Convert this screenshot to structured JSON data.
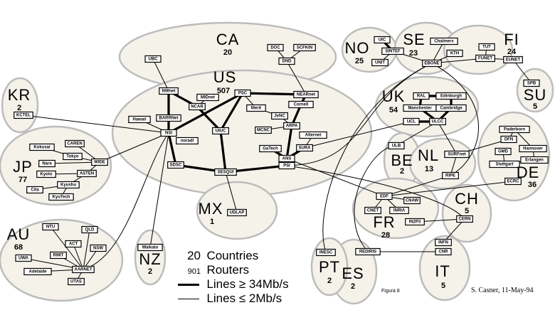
{
  "legend": {
    "countries_count": "20",
    "countries_label": "Countries",
    "routers_count": "901",
    "routers_label": "Routers",
    "thick_label": "Lines ≥ 34Mb/s",
    "thin_label": "Lines ≤ 2Mb/s"
  },
  "figure_label": "Figura 8",
  "signature": "S. Casner,  11-May-94",
  "countries": [
    {
      "code": "CA",
      "routers": "20"
    },
    {
      "code": "US",
      "routers": "507"
    },
    {
      "code": "KR",
      "routers": "2"
    },
    {
      "code": "JP",
      "routers": "77"
    },
    {
      "code": "AU",
      "routers": "68"
    },
    {
      "code": "NZ",
      "routers": "2"
    },
    {
      "code": "MX",
      "routers": "1"
    },
    {
      "code": "NO",
      "routers": "25"
    },
    {
      "code": "SE",
      "routers": "23"
    },
    {
      "code": "FI",
      "routers": "24"
    },
    {
      "code": "SU",
      "routers": "5"
    },
    {
      "code": "UK",
      "routers": "54"
    },
    {
      "code": "BE",
      "routers": "2"
    },
    {
      "code": "NL",
      "routers": "13"
    },
    {
      "code": "DE",
      "routers": "36"
    },
    {
      "code": "FR",
      "routers": "28"
    },
    {
      "code": "CH",
      "routers": "5"
    },
    {
      "code": "IT",
      "routers": "5"
    },
    {
      "code": "ES",
      "routers": "2"
    },
    {
      "code": "PT",
      "routers": "2"
    }
  ],
  "nodes": [
    "UBC",
    "DOC",
    "SCFKIN",
    "DND",
    "NWnet",
    "MIDnet",
    "NCAR",
    "PSC",
    "NEARnet",
    "Cornell",
    "Merit",
    "JvNC",
    "BARRNet",
    "Hawaii",
    "MCNC",
    "ARPA",
    "UIUC",
    "NSI",
    "noradl",
    "Alternet",
    "SURA",
    "GaTech",
    "ANS",
    "PSI",
    "SDSC",
    "SESQUI",
    "UDLAP",
    "KCTEL",
    "WIDE",
    "CAREN",
    "Kokusai",
    "Tokyo",
    "Nara",
    "ASTEN",
    "Kyoto",
    "Kyushu",
    "Cita",
    "KyuTech",
    "NTU",
    "QLD",
    "ACT",
    "NSW",
    "RMIT",
    "UWA",
    "AARNET",
    "Adelaide",
    "UTAS",
    "Waikato",
    "INESC",
    "UIC",
    "SINTEF",
    "UNIT",
    "Chalmers",
    "KTH",
    "EBONE",
    "TUT",
    "FUNET",
    "EUNET",
    "SPB",
    "RAL",
    "Edinburgh",
    "Manchester",
    "Cambridge",
    "UCL",
    "ULCC",
    "ULB",
    "SURFnet",
    "RIPE",
    "Paderborn",
    "DFN",
    "Hannover",
    "GMD",
    "Erlangen",
    "Stuttgart",
    "ECRC",
    "EDF",
    "CNAW",
    "CNET",
    "INRIA",
    "IN2P3",
    "CERN",
    "INFN",
    "CNR",
    "REDIRIS"
  ],
  "links": [
    [
      "NWnet",
      "BARRNet",
      "thick"
    ],
    [
      "BARRNet",
      "NSI",
      "thick"
    ],
    [
      "NSI",
      "SDSC",
      "thick"
    ],
    [
      "NSI",
      "PSC",
      "thick"
    ],
    [
      "NWnet",
      "NCAR",
      "thick"
    ],
    [
      "NCAR",
      "UIUC",
      "thick"
    ],
    [
      "PSC",
      "NEARnet",
      "thick"
    ],
    [
      "PSC",
      "UIUC",
      "thick"
    ],
    [
      "UIUC",
      "SESQUI",
      "thick"
    ],
    [
      "SDSC",
      "SESQUI",
      "thick"
    ],
    [
      "SESQUI",
      "PSI",
      "thick"
    ],
    [
      "NEARnet",
      "Cornell",
      "thick"
    ],
    [
      "Cornell",
      "ARPA",
      "thick"
    ],
    [
      "ARPA",
      "ANS",
      "thick"
    ],
    [
      "SURA",
      "ANS",
      "thick"
    ],
    [
      "GaTech",
      "ANS",
      "thick"
    ],
    [
      "UIC",
      "SINTEF",
      "thick"
    ],
    [
      "RAL",
      "Edinburgh",
      "thick"
    ],
    [
      "RAL",
      "Manchester",
      "thick"
    ],
    [
      "Edinburgh",
      "Cambridge",
      "thick"
    ],
    [
      "Manchester",
      "ULCC",
      "thick"
    ],
    [
      "Cambridge",
      "ULCC",
      "thick"
    ],
    [
      "UCL",
      "ULCC",
      "thick"
    ],
    [
      "UBC",
      "NWnet",
      "thin"
    ],
    [
      "DOC",
      "DND",
      "thin"
    ],
    [
      "SCFKIN",
      "DND",
      "thin"
    ],
    [
      "DND",
      "NEARnet",
      "thin"
    ],
    [
      "MIDnet",
      "NCAR",
      "thin"
    ],
    [
      "PSC",
      "Merit",
      "thin"
    ],
    [
      "Merit",
      "JvNC",
      "thin"
    ],
    [
      "JvNC",
      "ARPA",
      "thin"
    ],
    [
      "MCNC",
      "ARPA",
      "thin"
    ],
    [
      "Alternet",
      "SURA",
      "thin"
    ],
    [
      "Hawaii",
      "NSI",
      "thin"
    ],
    [
      "KCTEL",
      "NSI",
      "thin"
    ],
    [
      "WIDE",
      "NSI",
      "thin"
    ],
    [
      "CAREN",
      "WIDE",
      "thin"
    ],
    [
      "Kokusai",
      "Tokyo",
      "thin"
    ],
    [
      "Tokyo",
      "WIDE",
      "thin"
    ],
    [
      "Nara",
      "WIDE",
      "thin"
    ],
    [
      "ASTEN",
      "WIDE",
      "thin"
    ],
    [
      "Kyoto",
      "ASTEN",
      "thin"
    ],
    [
      "Kyushu",
      "ASTEN",
      "thin"
    ],
    [
      "Cita",
      "Kyushu",
      "thin"
    ],
    [
      "KyuTech",
      "Kyushu",
      "thin"
    ],
    [
      "NSI",
      "AARNET",
      "thin"
    ],
    [
      "NSI",
      "Waikato",
      "thin"
    ],
    [
      "SESQUI",
      "UDLAP",
      "thin"
    ],
    [
      "NTU",
      "AARNET",
      "thin"
    ],
    [
      "QLD",
      "AARNET",
      "thin"
    ],
    [
      "ACT",
      "AARNET",
      "thin"
    ],
    [
      "NSW",
      "AARNET",
      "thin"
    ],
    [
      "RMIT",
      "AARNET",
      "thin"
    ],
    [
      "UWA",
      "AARNET",
      "thin"
    ],
    [
      "Adelaide",
      "AARNET",
      "thin"
    ],
    [
      "UTAS",
      "AARNET",
      "thin"
    ],
    [
      "SINTEF",
      "EBONE",
      "thin"
    ],
    [
      "UNIT",
      "SINTEF",
      "thin"
    ],
    [
      "Chalmers",
      "EBONE",
      "thin"
    ],
    [
      "KTH",
      "EBONE",
      "thin"
    ],
    [
      "EBONE",
      "FUNET",
      "thin"
    ],
    [
      "TUT",
      "FUNET",
      "thin"
    ],
    [
      "FUNET",
      "EUNET",
      "thin"
    ],
    [
      "EUNET",
      "SPB",
      "thin"
    ],
    [
      "ULCC",
      "ULB",
      "thin"
    ],
    [
      "ULCC",
      "SURFnet",
      "thin"
    ],
    [
      "SURFnet",
      "RIPE",
      "thin"
    ],
    [
      "SURFnet",
      "DFN",
      "thin"
    ],
    [
      "DFN",
      "Paderborn",
      "thin"
    ],
    [
      "Paderborn",
      "Hannover",
      "thin"
    ],
    [
      "Hannover",
      "Erlangen",
      "thin"
    ],
    [
      "Erlangen",
      "Stuttgart",
      "thin"
    ],
    [
      "GMD",
      "Stuttgart",
      "thin"
    ],
    [
      "RIPE",
      "EDF",
      "thin"
    ],
    [
      "ECRC",
      "EDF",
      "thin"
    ],
    [
      "EDF",
      "CNAW",
      "thin"
    ],
    [
      "EDF",
      "CNET",
      "thin"
    ],
    [
      "EDF",
      "INRIA",
      "thin"
    ],
    [
      "IN2P3",
      "CERN",
      "thin"
    ],
    [
      "CERN",
      "INFN",
      "thin"
    ],
    [
      "CNR",
      "REDIRIS",
      "thin"
    ],
    [
      "SURA",
      "UCL",
      "thin"
    ],
    [
      "ANS",
      "EDF",
      "thin"
    ],
    [
      "PSI",
      "CERN",
      "thin"
    ],
    [
      "PSI",
      "EBONE",
      "thin"
    ],
    [
      "EBONE",
      "INESC",
      "thin"
    ],
    [
      "EBONE",
      "RIPE",
      "thin"
    ],
    [
      "ULB",
      "REDIRIS",
      "thin"
    ]
  ]
}
